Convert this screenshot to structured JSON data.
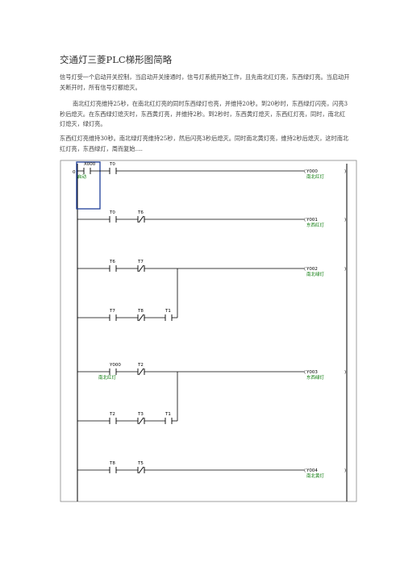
{
  "doc": {
    "title": "交通灯三菱PLC梯形图简略",
    "paragraphs": [
      "信号灯受一个启动开关控制，当启动开关接通时，信号灯系统开始工作，且先南北红灯亮，东西绿灯亮。当启动开关断开时，所有信号灯都熄灭。",
      "南北红灯亮维持25秒，在南北红灯亮的同时东西绿灯也亮，并维持20秒。到20秒时，东西绿灯闪亮，闪亮3秒后熄灭。在东西绿灯熄灭时，东西黄灯亮，并维持2秒。到2秒时，东西黄灯熄灭，东西红灯亮，同时，南北红灯熄灭，绿灯亮。",
      "东西红灯亮维持30秒。南北绿灯亮维持25秒，然后闪亮3秒后熄灭。同时南北黄灯亮，维持2秒后熄灭，这时南北红灯亮，东西绿灯，周而复始…."
    ]
  },
  "ladder": {
    "step_number": "0",
    "rungs": [
      {
        "contacts": [
          {
            "label": "X000",
            "type": "NO",
            "comment": "启动"
          },
          {
            "label": "T0",
            "type": "NO"
          }
        ],
        "coil": {
          "label": "Y000",
          "comment": "南北红灯"
        }
      },
      {
        "contacts": [
          {
            "label": "T0",
            "type": "NO"
          },
          {
            "label": "T6",
            "type": "NC"
          }
        ],
        "coil": {
          "label": "Y001",
          "comment": "东西红灯"
        }
      },
      {
        "contacts": [
          {
            "label": "T6",
            "type": "NO"
          },
          {
            "label": "T7",
            "type": "NC"
          }
        ],
        "branch": [
          {
            "label": "T7",
            "type": "NO"
          },
          {
            "label": "T8",
            "type": "NC"
          },
          {
            "label": "T1",
            "type": "NO"
          }
        ],
        "coil": {
          "label": "Y002",
          "comment": "南北绿灯"
        }
      },
      {
        "contacts": [
          {
            "label": "Y000",
            "type": "NO",
            "comment": "南北红灯"
          },
          {
            "label": "T2",
            "type": "NC"
          }
        ],
        "branch": [
          {
            "label": "T2",
            "type": "NO"
          },
          {
            "label": "T3",
            "type": "NC"
          },
          {
            "label": "T1",
            "type": "NO"
          }
        ],
        "coil": {
          "label": "Y003",
          "comment": "东西绿灯"
        }
      },
      {
        "contacts": [
          {
            "label": "T8",
            "type": "NO"
          },
          {
            "label": "T5",
            "type": "NC"
          }
        ],
        "coil": {
          "label": "Y004",
          "comment": "南北黄灯"
        }
      }
    ]
  }
}
